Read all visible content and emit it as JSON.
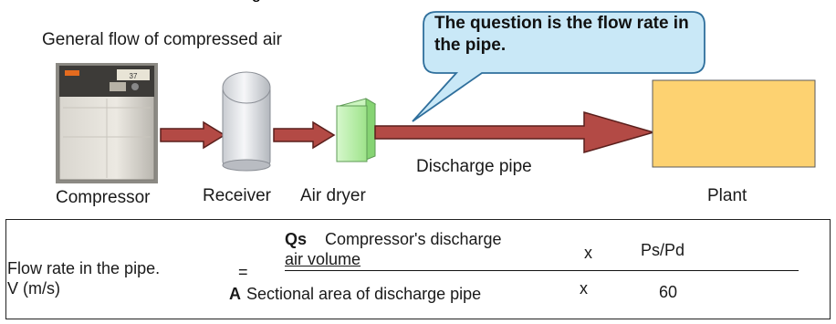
{
  "diagram": {
    "top_cut_text": "...ing",
    "heading": "General flow of compressed air",
    "callout": "The question is the flow rate in the pipe.",
    "labels": {
      "compressor": "Compressor",
      "receiver": "Receiver",
      "air_dryer": "Air dryer",
      "discharge_pipe": "Discharge pipe",
      "plant": "Plant"
    },
    "compressor_badge": "37",
    "colors": {
      "arrow_fill": "#b34a45",
      "arrow_stroke": "#5a1f1c",
      "callout_fill": "#c9e8f7",
      "callout_stroke": "#2f6f9c",
      "plant_fill": "#fdd271",
      "dryer_fill": "#b6f0a6",
      "receiver_fill": "#e9ebee"
    }
  },
  "formula": {
    "lhs_line1": "Flow rate in the pipe.",
    "lhs_line2": "V (m/s)",
    "equals": "=",
    "numerator_symbol": "Qs",
    "numerator_text_line1": "Compressor's discharge",
    "numerator_text_line2": "air volume",
    "numerator_times": "x",
    "numerator_right": "Ps/Pd",
    "denominator_symbol": "A",
    "denominator_text": "Sectional area of discharge pipe",
    "denominator_times": "x",
    "denominator_right": "60"
  }
}
